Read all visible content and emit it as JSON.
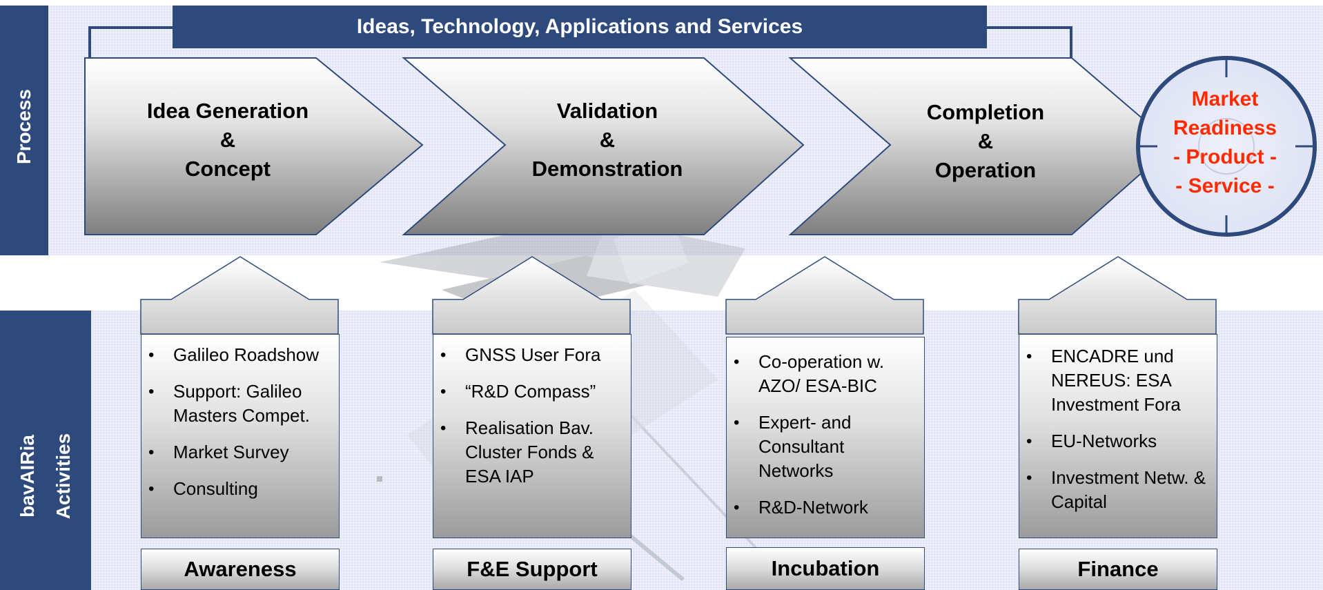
{
  "banner": {
    "title": "Ideas, Technology, Applications and Services"
  },
  "sidebar": {
    "process_label": "Process",
    "activities_label_1": "bavAIRia",
    "activities_label_2": "Activities"
  },
  "steps": [
    {
      "line1": "Idea Generation",
      "line2": "&",
      "line3": "Concept"
    },
    {
      "line1": "Validation",
      "line2": "&",
      "line3": "Demonstration"
    },
    {
      "line1": "Completion",
      "line2": "&",
      "line3": "Operation"
    }
  ],
  "market": {
    "line1": "Market",
    "line2": "Readiness",
    "line3": "- Product -",
    "line4": "- Service -",
    "color": "#ff2a00"
  },
  "activities": [
    {
      "items": [
        "Galileo Roadshow",
        "Support: Galileo Masters Compet.",
        "Market Survey",
        "Consulting"
      ],
      "label": "Awareness"
    },
    {
      "items": [
        "GNSS User Fora",
        "“R&D Compass”",
        "Realisation Bav. Cluster Fonds & ESA IAP"
      ],
      "label": "F&E Support"
    },
    {
      "items": [
        "Co-operation w. AZO/ ESA-BIC",
        "Expert- and Consultant Networks",
        "R&D-Network"
      ],
      "label": "Incubation"
    },
    {
      "items": [
        "ENCADRE und NEREUS: ESA Investment Fora",
        "EU-Networks",
        "Investment Netw. & Capital"
      ],
      "label": "Finance"
    }
  ],
  "colors": {
    "navy": "#2e4a7d",
    "band": "#e3e6f6",
    "accent": "#ff2a00"
  }
}
